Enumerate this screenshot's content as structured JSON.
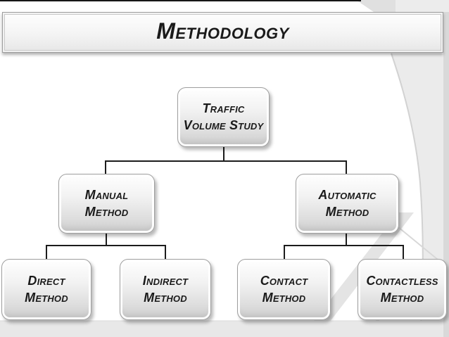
{
  "slide": {
    "title": "Methodology"
  },
  "diagram": {
    "root": {
      "label": "Traffic Volume Study",
      "children": [
        {
          "label": "Manual Method",
          "children": [
            {
              "label": "Direct Method"
            },
            {
              "label": "Indirect Method"
            }
          ]
        },
        {
          "label": "Automatic Method",
          "children": [
            {
              "label": "Contact Method"
            },
            {
              "label": "Contactless Method"
            }
          ]
        }
      ]
    }
  },
  "colors": {
    "text": "#1a1a1a",
    "connector": "#1c1c1c",
    "node-border": "#9e9e9e",
    "background-accent": "#eaeaea",
    "bottom-band": "#e8e8e8",
    "right-strip": "#d9d9d9"
  }
}
